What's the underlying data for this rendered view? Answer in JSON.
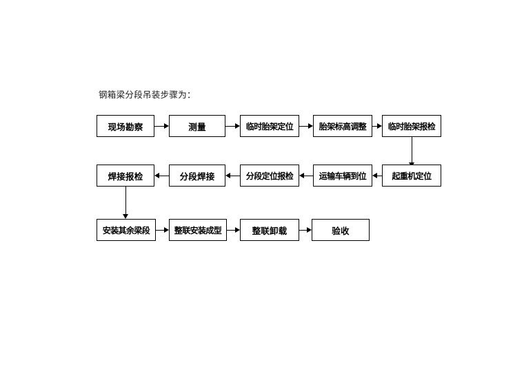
{
  "page": {
    "background_color": "#ffffff",
    "line_color": "#000000",
    "text_color": "#000000"
  },
  "caption": {
    "text": "钢箱梁分段吊装步骤为："
  },
  "flowchart": {
    "type": "process-flow",
    "direction": "serpentine",
    "rows": [
      {
        "row_index": 1,
        "flow": "left-to-right",
        "nodes": [
          {
            "id": "n1",
            "label": "现场勘察"
          },
          {
            "id": "n2",
            "label": "测量"
          },
          {
            "id": "n3",
            "label": "临时胎架定位"
          },
          {
            "id": "n4",
            "label": "胎架标高调整"
          },
          {
            "id": "n5",
            "label": "临时胎架报检"
          }
        ]
      },
      {
        "row_index": 2,
        "flow": "right-to-left",
        "nodes": [
          {
            "id": "n10",
            "label": "焊接报检"
          },
          {
            "id": "n9",
            "label": "分段焊接"
          },
          {
            "id": "n8",
            "label": "分段定位报检"
          },
          {
            "id": "n7",
            "label": "运输车辆到位"
          },
          {
            "id": "n6",
            "label": "起重机定位"
          }
        ]
      },
      {
        "row_index": 3,
        "flow": "left-to-right",
        "nodes": [
          {
            "id": "n11",
            "label": "安装其余梁段"
          },
          {
            "id": "n12",
            "label": "整联安装成型"
          },
          {
            "id": "n13",
            "label": "整联卸载"
          },
          {
            "id": "n14",
            "label": "验收"
          }
        ]
      }
    ],
    "connectors": [
      {
        "from": "n1",
        "to": "n2",
        "kind": "arrow-right"
      },
      {
        "from": "n2",
        "to": "n3",
        "kind": "arrow-right"
      },
      {
        "from": "n3",
        "to": "n4",
        "kind": "arrow-right"
      },
      {
        "from": "n4",
        "to": "n5",
        "kind": "arrow-right"
      },
      {
        "from": "n5",
        "to": "n6",
        "kind": "arrow-down"
      },
      {
        "from": "n6",
        "to": "n7",
        "kind": "arrow-left"
      },
      {
        "from": "n7",
        "to": "n8",
        "kind": "arrow-left"
      },
      {
        "from": "n8",
        "to": "n9",
        "kind": "arrow-left"
      },
      {
        "from": "n9",
        "to": "n10",
        "kind": "arrow-left"
      },
      {
        "from": "n10",
        "to": "n11",
        "kind": "arrow-down"
      },
      {
        "from": "n11",
        "to": "n12",
        "kind": "arrow-right"
      },
      {
        "from": "n12",
        "to": "n13",
        "kind": "arrow-right"
      },
      {
        "from": "n13",
        "to": "n14",
        "kind": "arrow-right"
      }
    ]
  }
}
